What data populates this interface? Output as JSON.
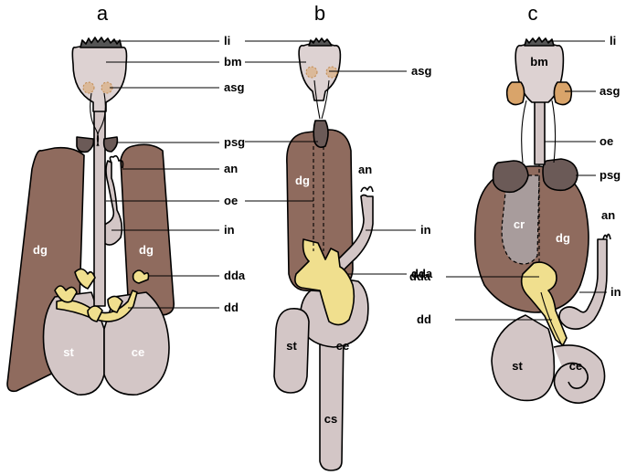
{
  "panels": {
    "a": {
      "letter": "a",
      "labels": {
        "li": "li",
        "bm": "bm",
        "asg": "asg",
        "psg": "psg",
        "an": "an",
        "oe": "oe",
        "in": "in",
        "dda": "dda",
        "dd": "dd",
        "dg_left": "dg",
        "dg_right": "dg",
        "st": "st",
        "ce": "ce"
      }
    },
    "b": {
      "letter": "b",
      "labels": {
        "li": "li",
        "bm": "bm",
        "asg": "asg",
        "psg": "psg",
        "an": "an",
        "oe": "oe",
        "in": "in",
        "dda": "dda",
        "dg": "dg",
        "st": "st",
        "ce": "ce",
        "cs": "cs"
      }
    },
    "c": {
      "letter": "c",
      "labels": {
        "li": "li",
        "bm": "bm",
        "asg": "asg",
        "oe": "oe",
        "psg": "psg",
        "an": "an",
        "in": "in",
        "dda": "dda",
        "dd": "dd",
        "cr": "cr",
        "dg": "dg",
        "st": "st",
        "ce": "ce"
      }
    }
  },
  "colors": {
    "digestive_gland": "#8f6b5e",
    "tissue": "#d3c6c6",
    "tissue_light": "#ddd2d2",
    "duct": "#f0df8e",
    "salivary_c": "#d9a46a",
    "salivary_dark": "#6b5a57",
    "crop": "#a89c9c",
    "lips": "#555555"
  }
}
